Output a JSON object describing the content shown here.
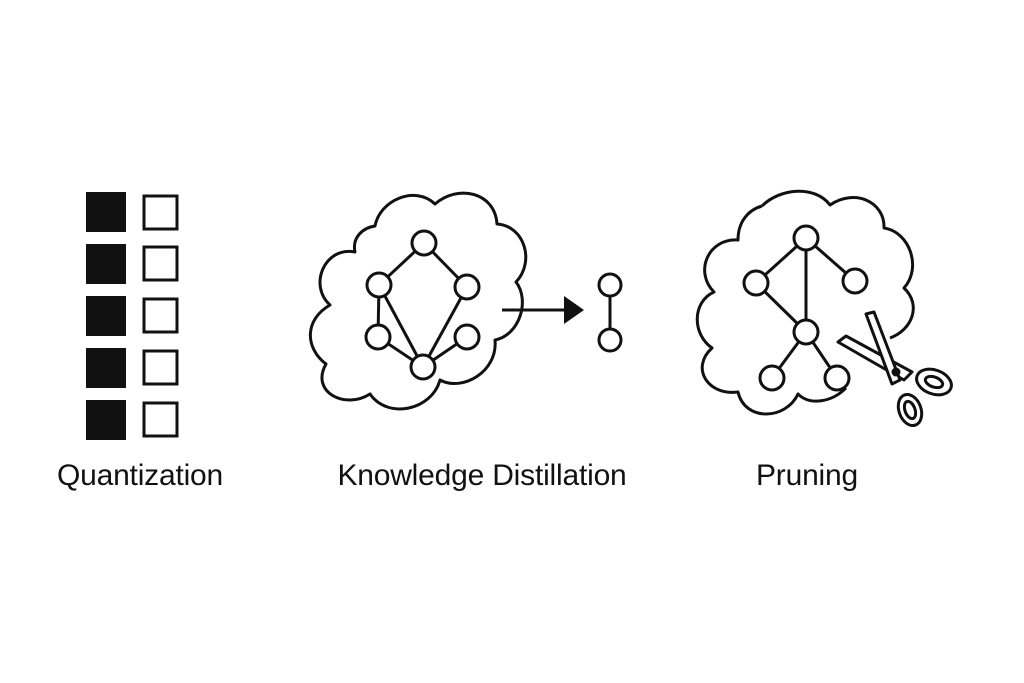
{
  "diagram": {
    "panels": [
      {
        "id": "quantization",
        "label": "Quantization"
      },
      {
        "id": "knowledge_distillation",
        "label": "Knowledge Distillation"
      },
      {
        "id": "pruning",
        "label": "Pruning"
      }
    ],
    "icons": [
      "quantization-bit-grid-icon",
      "teacher-network-cloud-icon",
      "arrow-right-icon",
      "student-network-icon",
      "pruned-network-cloud-icon",
      "scissors-icon"
    ],
    "colors": {
      "stroke": "#111111",
      "background": "#ffffff"
    }
  }
}
